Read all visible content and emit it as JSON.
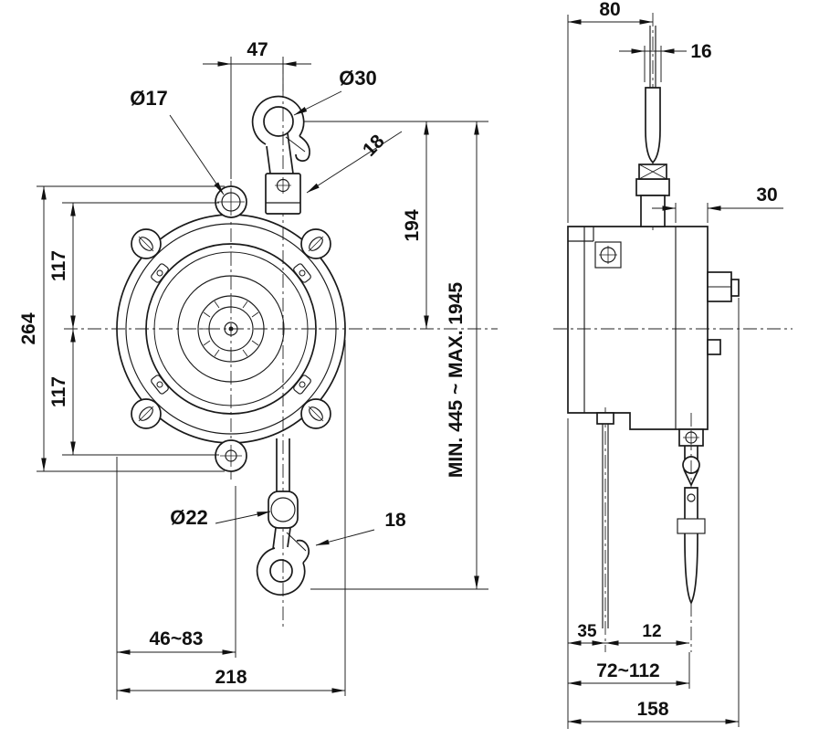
{
  "drawing": {
    "front": {
      "w47": "47",
      "d30": "Ø30",
      "d17": "Ø17",
      "t18_top": "18",
      "h194": "194",
      "h264": "264",
      "h117_u": "117",
      "h117_l": "117",
      "range": "MIN. 445 ~ MAX. 1945",
      "d22": "Ø22",
      "t18_bot": "18",
      "w46_83": "46~83",
      "w218": "218"
    },
    "side": {
      "w80": "80",
      "w16": "16",
      "w30": "30",
      "w35": "35",
      "w12": "12",
      "w72_112": "72~112",
      "w158": "158"
    }
  }
}
